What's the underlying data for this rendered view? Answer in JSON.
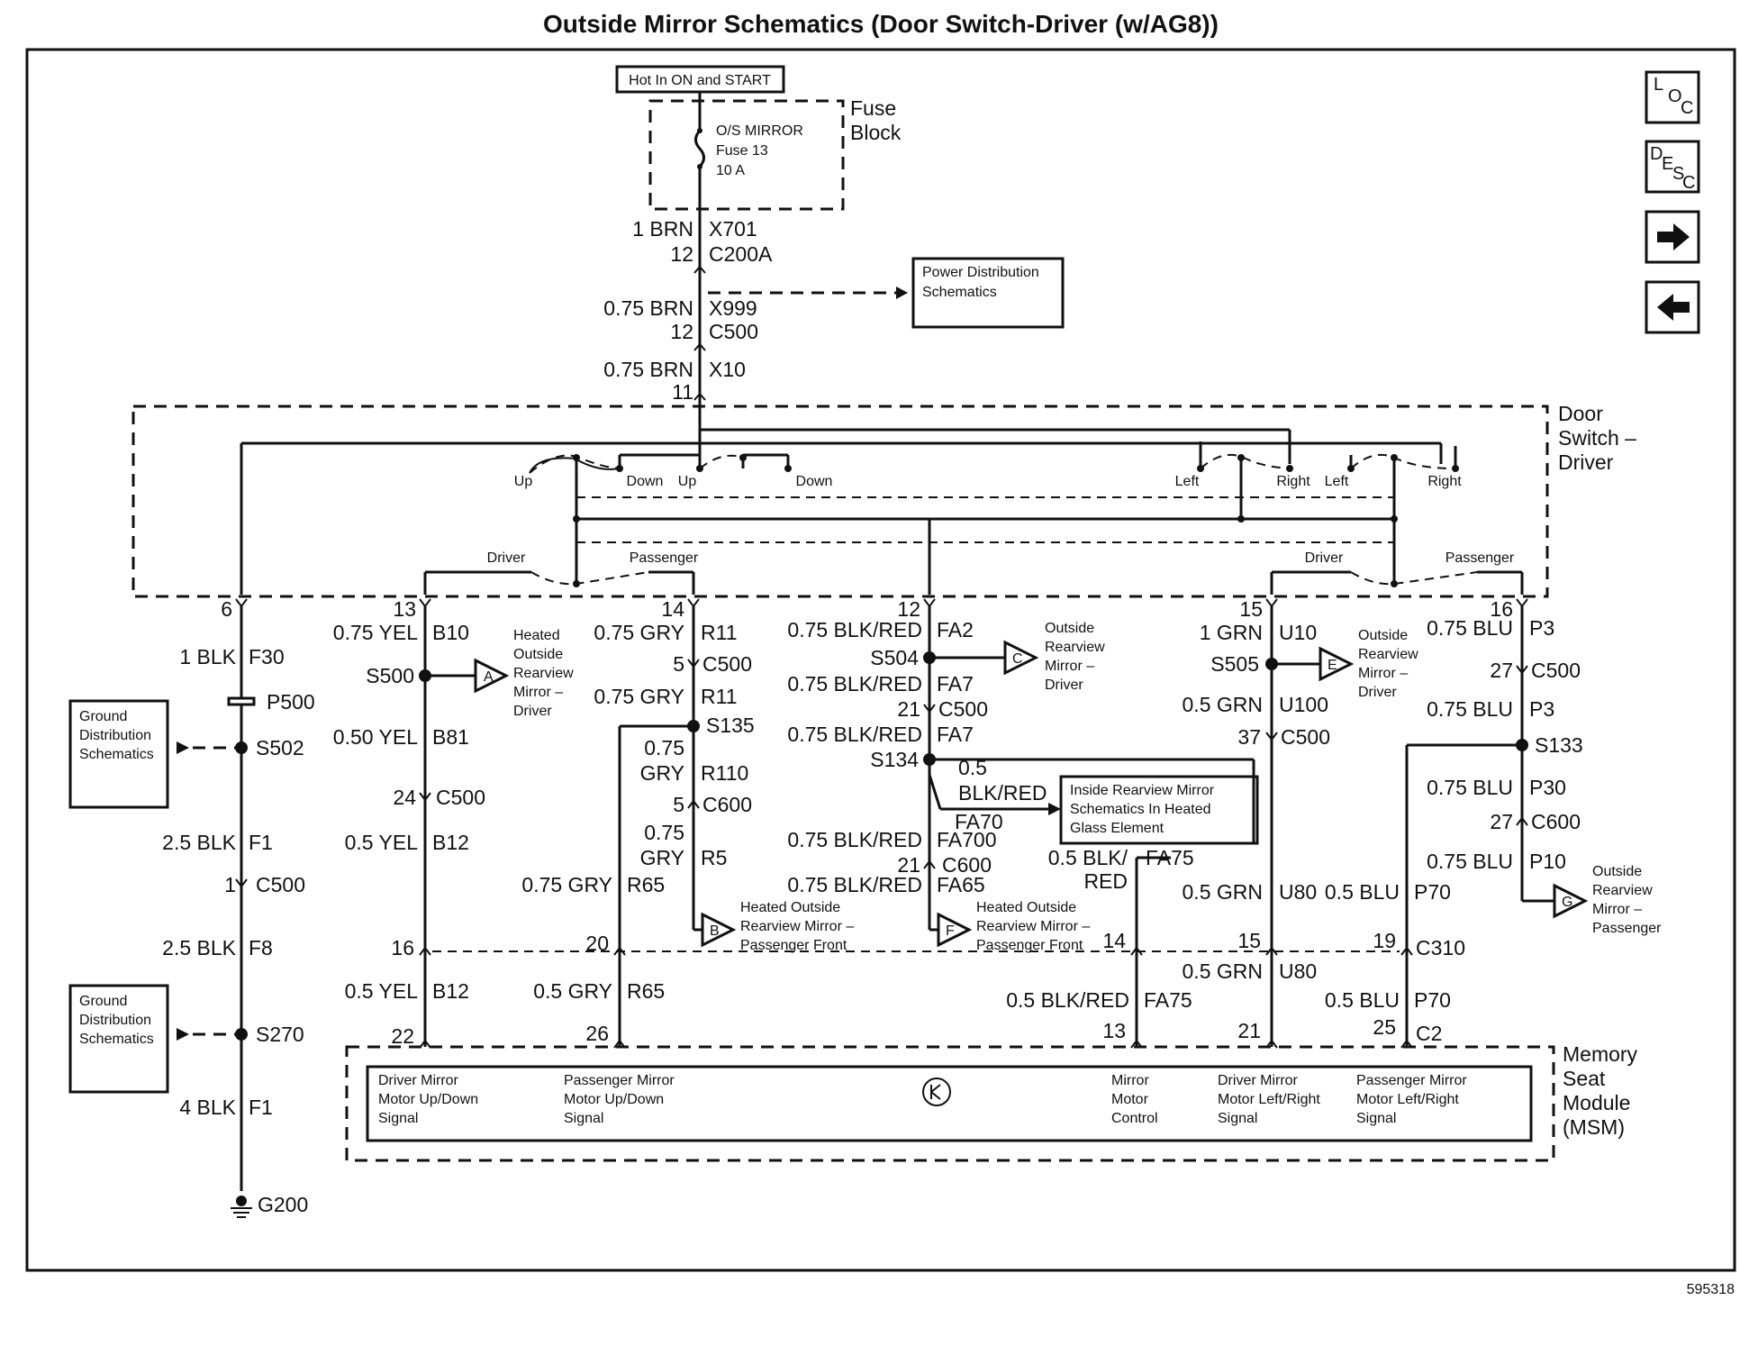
{
  "title": "Outside Mirror Schematics (Door Switch-Driver (w/AG8))",
  "figure_id": "595318",
  "nav": {
    "loc": [
      "L",
      "O",
      "C"
    ],
    "desc": [
      "D",
      "E",
      "S",
      "C"
    ],
    "next_symbol": "➜",
    "prev_symbol": "⬅"
  },
  "power": {
    "hot_label": "Hot In ON and START",
    "fuse_block": [
      "Fuse",
      "Block"
    ],
    "fuse_lines": [
      "O/S MIRROR",
      "Fuse 13",
      "10 A"
    ],
    "wires": [
      {
        "wire": "1 BRN",
        "circuit": "X701"
      },
      {
        "pin": "12",
        "connector": "C200A"
      },
      {
        "wire": "0.75 BRN",
        "circuit": "X999"
      },
      {
        "pin": "12",
        "connector": "C500"
      },
      {
        "wire": "0.75 BRN",
        "circuit": "X10"
      },
      {
        "pin": "11"
      }
    ],
    "power_dist": [
      "Power Distribution",
      "Schematics"
    ]
  },
  "door_switch": {
    "label": [
      "Door",
      "Switch –",
      "Driver"
    ],
    "contacts": [
      "Up",
      "Down",
      "Up",
      "Down",
      "Left",
      "Right",
      "Left",
      "Right"
    ],
    "selectors": [
      "Driver",
      "Passenger",
      "Driver",
      "Passenger"
    ],
    "pins": [
      "6",
      "13",
      "14",
      "12",
      "15",
      "16"
    ]
  },
  "ground_column": {
    "wires": [
      "1 BLK",
      "F30",
      "P500",
      "S502",
      "2.5 BLK",
      "F1",
      "1",
      "C500",
      "2.5 BLK",
      "F8",
      "S270",
      "4 BLK",
      "F1",
      "G200"
    ],
    "ground_dist": [
      "Ground",
      "Distribution",
      "Schematics"
    ]
  },
  "col_b": {
    "items": [
      "0.75 YEL",
      "B10",
      "S500",
      "0.50 YEL",
      "B81",
      "24",
      "C500",
      "0.5 YEL",
      "B12",
      "16",
      "0.5 YEL",
      "B12",
      "22"
    ],
    "ref": "A",
    "ref_text": [
      "Heated",
      "Outside",
      "Rearview",
      "Mirror –",
      "Driver"
    ]
  },
  "col_r": {
    "items": [
      "0.75 GRY",
      "R11",
      "5",
      "C500",
      "0.75 GRY",
      "R11",
      "S135",
      "0.75",
      "GRY",
      "R110",
      "5",
      "C600",
      "0.75",
      "GRY",
      "R5",
      "0.75 GRY",
      "R65",
      "20",
      "0.5 GRY",
      "R65",
      "26"
    ],
    "ref": "B",
    "ref_text": [
      "Heated Outside",
      "Rearview Mirror –",
      "Passenger Front"
    ]
  },
  "col_fa": {
    "items": [
      "0.75 BLK/RED",
      "FA2",
      "S504",
      "0.75 BLK/RED",
      "FA7",
      "21",
      "C500",
      "0.75 BLK/RED",
      "FA7",
      "S134",
      "0.5",
      "BLK/RED",
      "FA70",
      "0.75 BLK/RED",
      "FA700",
      "21",
      "C600",
      "0.75 BLK/RED",
      "FA65",
      "0.5 BLK/",
      "RED",
      "FA75",
      "14",
      "0.5 BLK/RED",
      "FA75",
      "13"
    ],
    "ref_c": "C",
    "ref_c_text": [
      "Outside",
      "Rearview",
      "Mirror –",
      "Driver"
    ],
    "ref_f": "F",
    "ref_f_text": [
      "Heated Outside",
      "Rearview Mirror –",
      "Passenger Front"
    ],
    "inside_mirror": [
      "Inside Rearview Mirror",
      "Schematics In Heated",
      "Glass Element"
    ]
  },
  "col_u": {
    "items": [
      "1 GRN",
      "U10",
      "S505",
      "0.5 GRN",
      "U100",
      "37",
      "C500",
      "0.5 GRN",
      "U80",
      "15",
      "0.5 GRN",
      "U80",
      "21"
    ],
    "ref": "E",
    "ref_text": [
      "Outside",
      "Rearview",
      "Mirror –",
      "Driver"
    ]
  },
  "col_p": {
    "items": [
      "0.75 BLU",
      "P3",
      "27",
      "C500",
      "0.75 BLU",
      "P3",
      "S133",
      "0.75 BLU",
      "P30",
      "27",
      "C600",
      "0.75 BLU",
      "P10",
      "0.5 BLU",
      "P70",
      "19",
      "C310",
      "0.5 BLU",
      "P70",
      "25",
      "C2"
    ],
    "ref": "G",
    "ref_text": [
      "Outside",
      "Rearview",
      "Mirror –",
      "Passenger"
    ]
  },
  "msm": {
    "label": [
      "Memory",
      "Seat",
      "Module",
      "(MSM)"
    ],
    "signals": [
      [
        "Driver Mirror",
        "Motor Up/Down",
        "Signal"
      ],
      [
        "Passenger Mirror",
        "Motor Up/Down",
        "Signal"
      ],
      [
        "Mirror",
        "Motor",
        "Control"
      ],
      [
        "Driver Mirror",
        "Motor Left/Right",
        "Signal"
      ],
      [
        "Passenger Mirror",
        "Motor Left/Right",
        "Signal"
      ]
    ]
  }
}
